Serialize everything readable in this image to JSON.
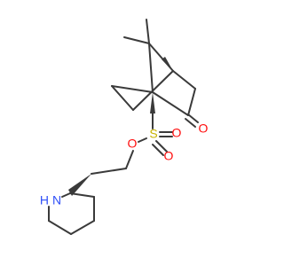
{
  "molecule": {
    "atoms": {
      "oxygen_ketone": "O",
      "sulfur": "S",
      "oxygen_sulfonyl_top": "O",
      "oxygen_sulfonyl_bottom": "O",
      "oxygen_ester": "O",
      "nitrogen_piperidine": "N",
      "hydrogen_on_nitrogen": "H"
    },
    "colors": {
      "bond": "#3a3a3a",
      "oxygen": "#ff0d0d",
      "sulfur": "#c8b400",
      "nitrogen": "#3050f8",
      "carbon": "#3a3a3a"
    }
  }
}
